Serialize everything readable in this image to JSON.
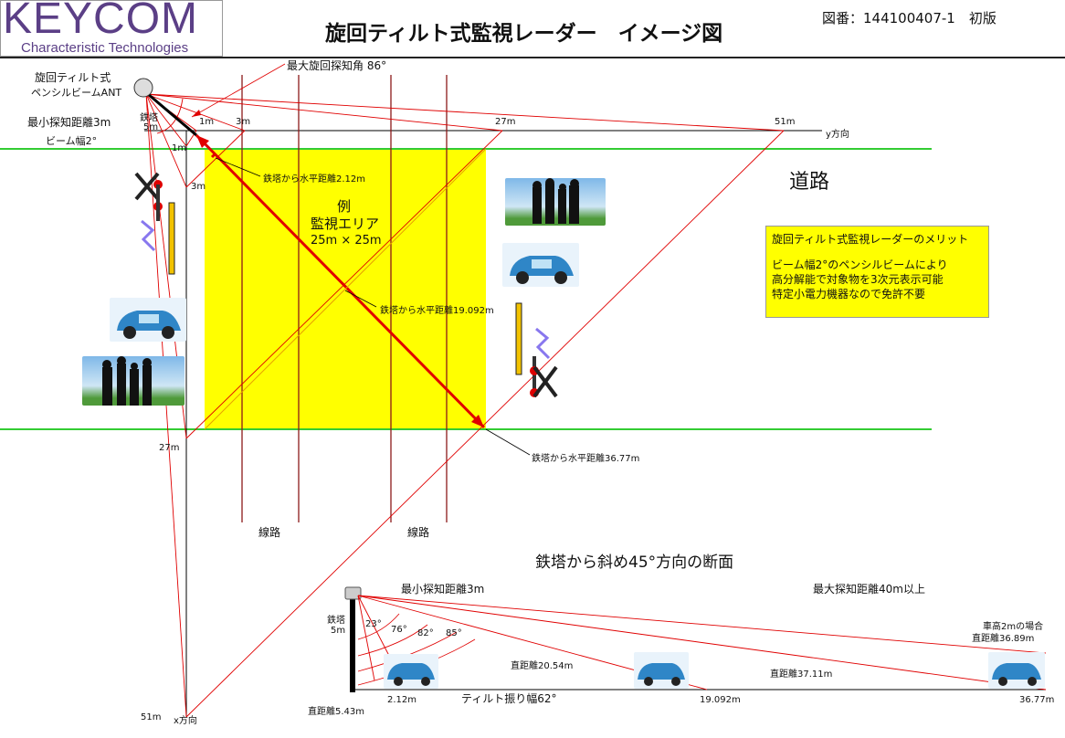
{
  "header": {
    "logo_word": "KEYCOM",
    "logo_sub": "Characteristic Technologies",
    "title": "旋回ティルト式監視レーダー　イメージ図",
    "drawing_no": "図番：144100407-1　初版"
  },
  "top_view": {
    "antenna_label_1": "旋回ティルト式",
    "antenna_label_2": "ペンシルビームANT",
    "min_range": "最小探知距離3m",
    "beam_width": "ビーム幅2°",
    "max_angle": "最大旋回探知角 86°",
    "tower_label": "鉄塔",
    "tower_height": "5m",
    "y_dir": "y方向",
    "x_dir": "x方向",
    "y_ticks": [
      "1m",
      "3m",
      "27m",
      "51m"
    ],
    "x_ticks": [
      "1m",
      "3m",
      "27m",
      "51m"
    ],
    "road": "道路",
    "area_label_1": "例",
    "area_label_2": "監視エリア",
    "area_label_3": "25m × 25m",
    "dist_near": "鉄塔から水平距離2.12m",
    "dist_mid": "鉄塔から水平距離19.092m",
    "dist_far": "鉄塔から水平距離36.77m",
    "railway": [
      "線路",
      "線路"
    ]
  },
  "merit": {
    "title": "旋回ティルト式監視レーダーのメリット",
    "line1": "ビーム幅2°のペンシルビームにより",
    "line2": "高分解能で対象物を3次元表示可能",
    "line3": "特定小電力機器なので免許不要"
  },
  "section": {
    "title": "鉄塔から斜め45°方向の断面",
    "min_range": "最小探知距離3m",
    "max_range": "最大探知距離40m以上",
    "tower_label": "鉄塔",
    "tower_height": "5m",
    "angles": [
      "23°",
      "76°",
      "82°",
      "85°"
    ],
    "direct_1": "直距離5.43m",
    "direct_2": "直距離20.54m",
    "direct_3": "直距離37.11m",
    "car_height_1": "車高2mの場合",
    "car_height_2": "直距離36.89m",
    "ground_ticks": [
      "2.12m",
      "19.092m",
      "36.77m"
    ],
    "tilt_range": "ティルト振り幅62°"
  },
  "colors": {
    "logo": "#5b3f86",
    "area": "#ffff00",
    "beam": "#e00000",
    "road_line": "#33cc33",
    "rail": "#8b1a1a"
  }
}
